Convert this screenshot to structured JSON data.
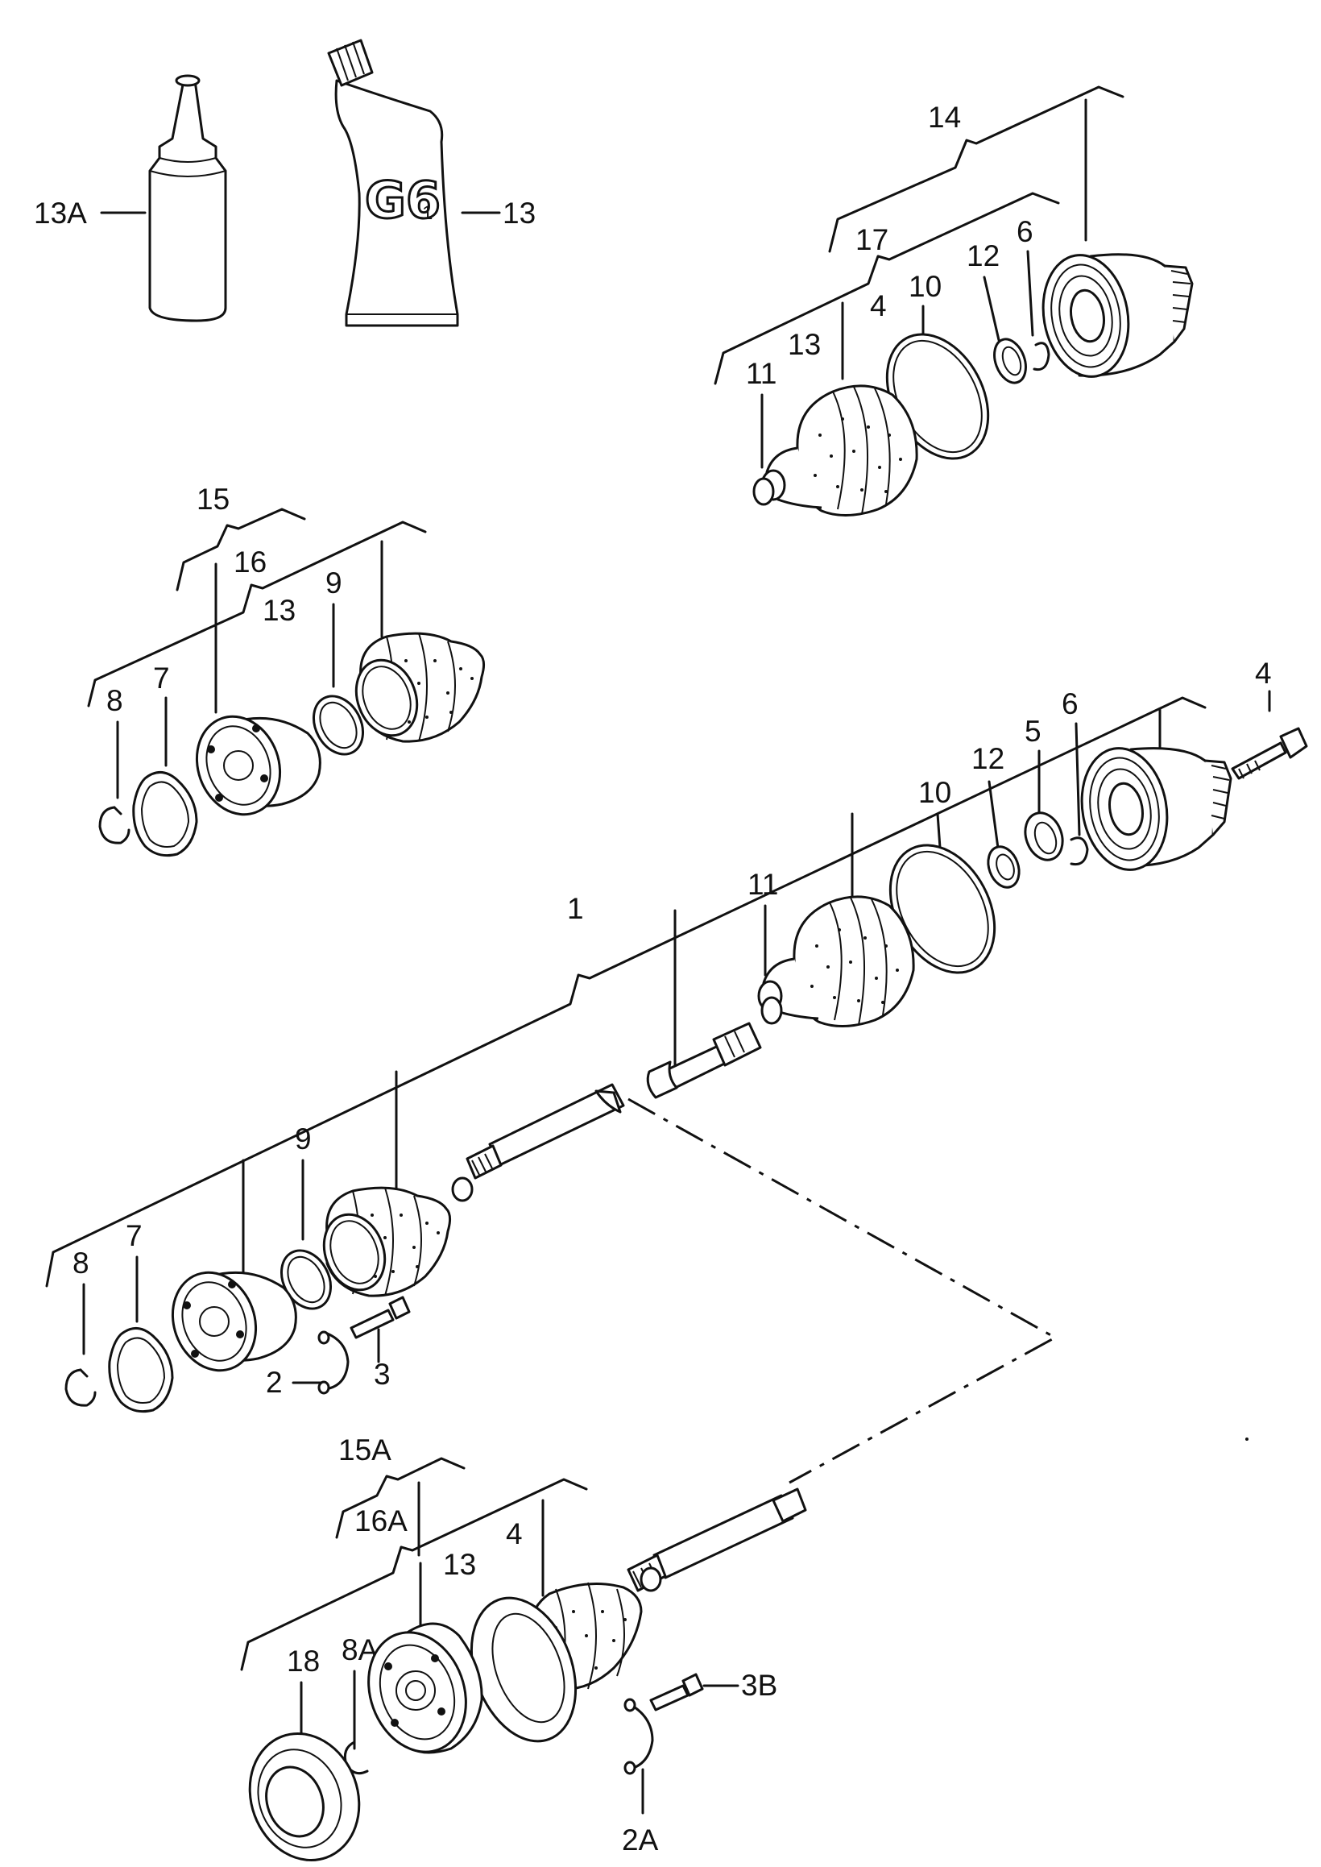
{
  "labels": {
    "l13A": "13A",
    "l13top": "13",
    "tube": "G6",
    "tube_sub": "1",
    "l14": "14",
    "l17": "17",
    "l4a": "4",
    "l13a": "13",
    "l10a": "10",
    "l12a": "12",
    "l6a": "6",
    "l11a": "11",
    "l15": "15",
    "l16": "16",
    "l13b": "13",
    "l9a": "9",
    "l8a": "8",
    "l7a": "7",
    "l4b": "4",
    "l6b": "6",
    "l5": "5",
    "l12b": "12",
    "l10b": "10",
    "l11b": "11",
    "l1": "1",
    "l9b": "9",
    "l8b": "8",
    "l7b": "7",
    "l3": "3",
    "l2": "2",
    "l15A": "15A",
    "l16A": "16A",
    "l13c": "13",
    "l4c": "4",
    "l18": "18",
    "l8A": "8A",
    "l3B": "3B",
    "l2A": "2A"
  }
}
